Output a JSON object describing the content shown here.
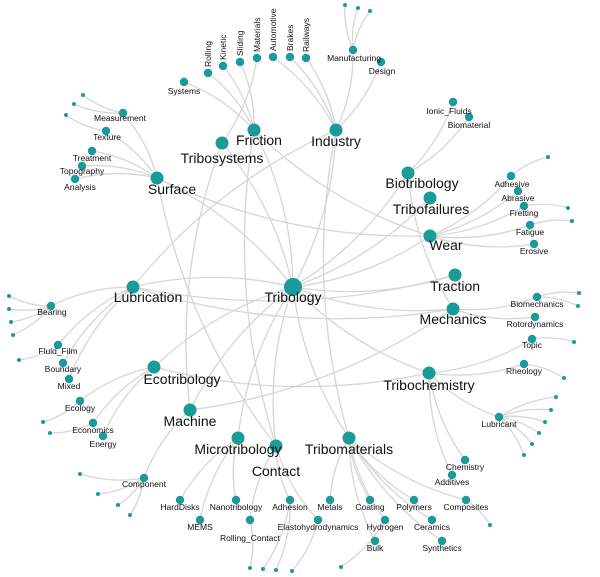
{
  "colors": {
    "node": "#1a9b98",
    "edge": "#d6d6d6",
    "label": "#111111"
  },
  "center": "Tribology",
  "hubs": [
    "Tribology",
    "Friction",
    "Tribosystems",
    "Industry",
    "Surface",
    "Biotribology",
    "Tribofailures",
    "Wear",
    "Traction",
    "Mechanics",
    "Lubrication",
    "Ecotribology",
    "Machine",
    "Microtribology",
    "Contact",
    "Tribomaterials",
    "Tribochemistry"
  ],
  "leaves": [
    "Systems",
    "Rolling",
    "Kinetic",
    "Sliding",
    "Materials",
    "Automotive",
    "Brakes",
    "Railways",
    "Manufacturing",
    "Design",
    "Measurement",
    "Texture",
    "Treatment",
    "Topography",
    "Analysis",
    "Ionic_Fluids",
    "Biomaterial",
    "Adhesive",
    "Abrasive",
    "Fretting",
    "Fatigue",
    "Erosive",
    "Biomechanics",
    "Rotordynamics",
    "Topic",
    "Rheology",
    "Lubricant",
    "Chemistry",
    "Additives",
    "Composites",
    "Synthetics",
    "Ceramics",
    "Polymers",
    "Bulk",
    "Coating",
    "Hydrogen",
    "Metals",
    "Elastohydrodynamics",
    "Adhesion",
    "Rolling_Contact",
    "Nanotribology",
    "MEMS",
    "HardDisks",
    "Bearing",
    "Fluid_Film",
    "Boundary",
    "Mixed",
    "Ecology",
    "Economics",
    "Energy",
    "Component"
  ],
  "edges": [
    [
      "Tribology",
      "Friction"
    ],
    [
      "Tribology",
      "Tribosystems"
    ],
    [
      "Tribology",
      "Industry"
    ],
    [
      "Tribology",
      "Surface"
    ],
    [
      "Tribology",
      "Biotribology"
    ],
    [
      "Tribology",
      "Tribofailures"
    ],
    [
      "Tribology",
      "Wear"
    ],
    [
      "Tribology",
      "Traction"
    ],
    [
      "Tribology",
      "Mechanics"
    ],
    [
      "Tribology",
      "Lubrication"
    ],
    [
      "Tribology",
      "Ecotribology"
    ],
    [
      "Tribology",
      "Machine"
    ],
    [
      "Tribology",
      "Microtribology"
    ],
    [
      "Tribology",
      "Contact"
    ],
    [
      "Tribology",
      "Tribomaterials"
    ],
    [
      "Tribology",
      "Tribochemistry"
    ],
    [
      "Friction",
      "Systems"
    ],
    [
      "Friction",
      "Rolling"
    ],
    [
      "Friction",
      "Kinetic"
    ],
    [
      "Friction",
      "Sliding"
    ],
    [
      "Tribosystems",
      "Materials"
    ],
    [
      "Industry",
      "Automotive"
    ],
    [
      "Industry",
      "Brakes"
    ],
    [
      "Industry",
      "Railways"
    ],
    [
      "Industry",
      "Manufacturing"
    ],
    [
      "Industry",
      "Design"
    ],
    [
      "Surface",
      "Measurement"
    ],
    [
      "Surface",
      "Texture"
    ],
    [
      "Surface",
      "Treatment"
    ],
    [
      "Surface",
      "Topography"
    ],
    [
      "Surface",
      "Analysis"
    ],
    [
      "Biotribology",
      "Ionic_Fluids"
    ],
    [
      "Biotribology",
      "Biomaterial"
    ],
    [
      "Wear",
      "Adhesive"
    ],
    [
      "Wear",
      "Abrasive"
    ],
    [
      "Wear",
      "Fretting"
    ],
    [
      "Wear",
      "Fatigue"
    ],
    [
      "Wear",
      "Erosive"
    ],
    [
      "Mechanics",
      "Biomechanics"
    ],
    [
      "Mechanics",
      "Rotordynamics"
    ],
    [
      "Tribochemistry",
      "Topic"
    ],
    [
      "Tribochemistry",
      "Rheology"
    ],
    [
      "Tribochemistry",
      "Lubricant"
    ],
    [
      "Tribochemistry",
      "Chemistry"
    ],
    [
      "Tribochemistry",
      "Additives"
    ],
    [
      "Tribomaterials",
      "Composites"
    ],
    [
      "Tribomaterials",
      "Synthetics"
    ],
    [
      "Tribomaterials",
      "Ceramics"
    ],
    [
      "Tribomaterials",
      "Polymers"
    ],
    [
      "Tribomaterials",
      "Bulk"
    ],
    [
      "Tribomaterials",
      "Coating"
    ],
    [
      "Tribomaterials",
      "Hydrogen"
    ],
    [
      "Tribomaterials",
      "Metals"
    ],
    [
      "Contact",
      "Elastohydrodynamics"
    ],
    [
      "Contact",
      "Adhesion"
    ],
    [
      "Contact",
      "Rolling_Contact"
    ],
    [
      "Microtribology",
      "Nanotribology"
    ],
    [
      "Microtribology",
      "MEMS"
    ],
    [
      "Microtribology",
      "HardDisks"
    ],
    [
      "Lubrication",
      "Bearing"
    ],
    [
      "Lubrication",
      "Fluid_Film"
    ],
    [
      "Lubrication",
      "Boundary"
    ],
    [
      "Lubrication",
      "Mixed"
    ],
    [
      "Ecotribology",
      "Ecology"
    ],
    [
      "Ecotribology",
      "Economics"
    ],
    [
      "Ecotribology",
      "Energy"
    ],
    [
      "Machine",
      "Component"
    ],
    [
      "Friction",
      "Wear"
    ],
    [
      "Lubrication",
      "Traction"
    ],
    [
      "Lubrication",
      "Mechanics"
    ],
    [
      "Surface",
      "Contact"
    ],
    [
      "Industry",
      "Tribomaterials"
    ],
    [
      "Friction",
      "Contact"
    ],
    [
      "Ecotribology",
      "Tribochemistry"
    ],
    [
      "Machine",
      "Mechanics"
    ],
    [
      "Biotribology",
      "Mechanics"
    ],
    [
      "Tribosystems",
      "Machine"
    ],
    [
      "Surface",
      "Wear"
    ],
    [
      "Industry",
      "Lubrication"
    ]
  ]
}
